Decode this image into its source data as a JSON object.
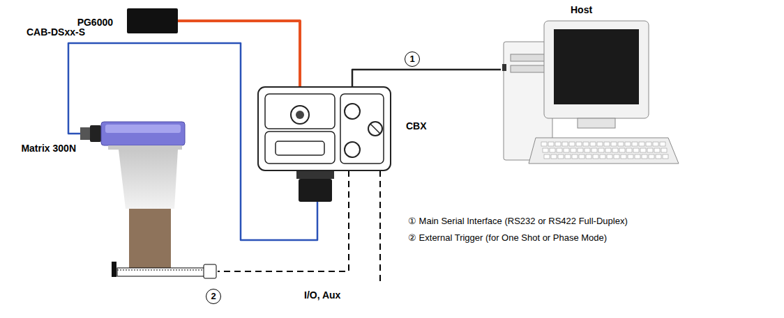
{
  "diagram": {
    "nodes": [
      {
        "text": [
          "PG6000"
        ]
      },
      {
        "text": [
          "Host"
        ]
      },
      {
        "text": [
          "CBX"
        ]
      },
      {
        "text": [
          "Matrix 300N"
        ]
      }
    ],
    "edges": [
      {
        "from": 0,
        "to": 2,
        "arrow": "none"
      },
      {
        "from": 2,
        "to": 1,
        "label": "1",
        "arrow": "none"
      },
      {
        "from": 3,
        "to": 2,
        "label": "CAB-DSxx-S",
        "arrow": "none"
      }
    ],
    "labels": [
      "① Main Serial Interface (RS232 or RS422 Full-Duplex)",
      "② External Trigger (for One Shot or Phase Mode)",
      "I/O, Aux",
      "2"
    ]
  }
}
